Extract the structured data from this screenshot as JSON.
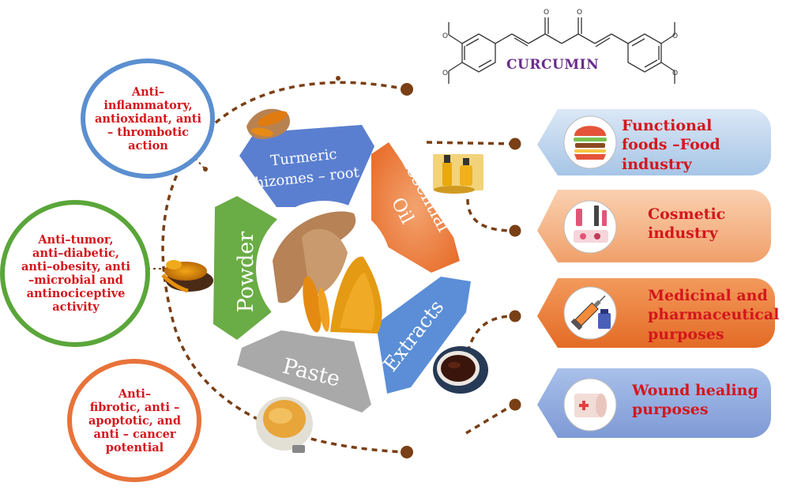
{
  "molecule": {
    "name": "CURCUMIN"
  },
  "forms": {
    "rhizomes": "Turmeric rhizomes – root",
    "rhizomes_line1": "Turmeric",
    "rhizomes_line2": "rhizomes – root",
    "essential_oil_line1": "Essential",
    "essential_oil_line2": "Oil",
    "extracts": "Extracts",
    "paste": "Paste",
    "powder": "Powder"
  },
  "properties": [
    {
      "text": "Anti–\ninflammatory,\nantioxidant, anti\n– thrombotic\naction"
    },
    {
      "text": "Anti–tumor,\nanti–diabetic,\nanti–obesity, anti\n–microbial and\nantinociceptive\nactivity"
    },
    {
      "text": "Anti–\nfibrotic, anti –\napoptotic, and\nanti – cancer\npotential"
    }
  ],
  "applications": [
    {
      "text": "Functional\nfoods –Food\nindustry",
      "icon": "burger-icon",
      "color": "#bcd6ee"
    },
    {
      "text": "Cosmetic\nindustry",
      "icon": "cosmetics-icon",
      "color": "#f4b286"
    },
    {
      "text": "Medicinal and\npharmaceutical\npurposes",
      "icon": "syringe-icon",
      "color": "#ee7f3c"
    },
    {
      "text": "Wound healing\npurposes",
      "icon": "bandage-icon",
      "color": "#8faadc"
    }
  ],
  "colors": {
    "rhizomes_petal": "#5b7fd0",
    "oil_petal": "#ef7f45",
    "extracts_petal": "#5b8ed6",
    "paste_petal": "#a9a9a9",
    "powder_petal": "#6aac45",
    "turmeric": "#e59612",
    "dots": "#7a3f14",
    "label_red": "#d4161c",
    "curcumin_purple": "#6a2c8c"
  }
}
